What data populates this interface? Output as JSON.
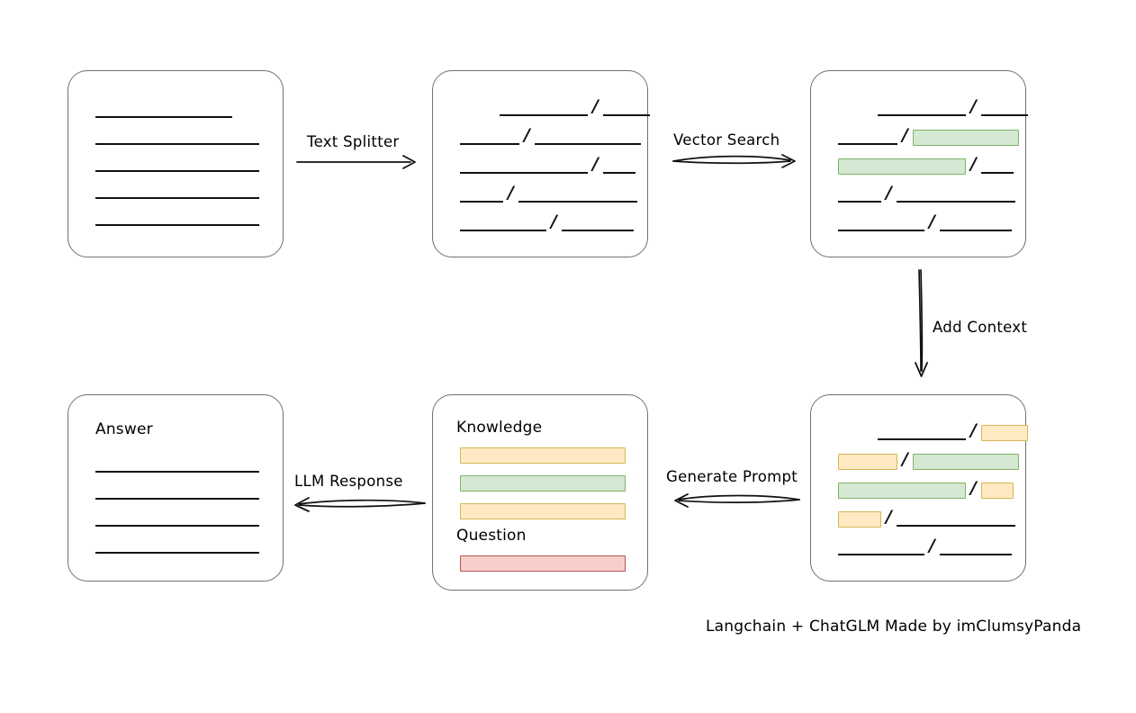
{
  "diagram": {
    "title_caption": "Langchain + ChatGLM Made by imClumsyPanda",
    "palette": {
      "green_fill": "#d5e8d4",
      "green_stroke": "#82b366",
      "yellow_fill": "#ffe9c2",
      "yellow_stroke": "#d6b656",
      "red_fill": "#f8cecc",
      "red_stroke": "#b85450",
      "line_color": "#111111",
      "box_stroke": "#707070",
      "background": "#ffffff"
    },
    "nodes": [
      {
        "id": "source-document",
        "name": "source-document-box",
        "title": "",
        "rows": [
          {
            "segments": [
              {
                "w": 152,
                "indent": 30,
                "hl": "none"
              }
            ]
          },
          {
            "segments": [
              {
                "w": 182,
                "indent": 0,
                "hl": "none"
              }
            ]
          },
          {
            "segments": [
              {
                "w": 182,
                "indent": 0,
                "hl": "none"
              }
            ]
          },
          {
            "segments": [
              {
                "w": 182,
                "indent": 0,
                "hl": "none"
              }
            ]
          },
          {
            "segments": [
              {
                "w": 182,
                "indent": 0,
                "hl": "none"
              }
            ]
          }
        ]
      },
      {
        "id": "split-chunks",
        "name": "split-chunks-box",
        "title": "",
        "rows": [
          {
            "indent": 44,
            "segments": [
              {
                "w": 98,
                "hl": "none"
              },
              {
                "sep": "/"
              },
              {
                "w": 52,
                "hl": "none"
              }
            ]
          },
          {
            "indent": 0,
            "segments": [
              {
                "w": 66,
                "hl": "none"
              },
              {
                "sep": "/"
              },
              {
                "w": 118,
                "hl": "none"
              }
            ]
          },
          {
            "indent": 0,
            "segments": [
              {
                "w": 142,
                "hl": "none"
              },
              {
                "sep": "/"
              },
              {
                "w": 36,
                "hl": "none"
              }
            ]
          },
          {
            "indent": 0,
            "segments": [
              {
                "w": 48,
                "hl": "none"
              },
              {
                "sep": "/"
              },
              {
                "w": 132,
                "hl": "none"
              }
            ]
          },
          {
            "indent": 0,
            "segments": [
              {
                "w": 96,
                "hl": "none"
              },
              {
                "sep": "/"
              },
              {
                "w": 80,
                "hl": "none"
              }
            ]
          }
        ]
      },
      {
        "id": "vector-matches",
        "name": "vector-matches-box",
        "title": "",
        "rows": [
          {
            "indent": 44,
            "segments": [
              {
                "w": 98,
                "hl": "none"
              },
              {
                "sep": "/"
              },
              {
                "w": 52,
                "hl": "none"
              }
            ]
          },
          {
            "indent": 0,
            "segments": [
              {
                "w": 66,
                "hl": "none"
              },
              {
                "sep": "/"
              },
              {
                "w": 118,
                "hl": "green"
              }
            ]
          },
          {
            "indent": 0,
            "segments": [
              {
                "w": 142,
                "hl": "green"
              },
              {
                "sep": "/"
              },
              {
                "w": 36,
                "hl": "none"
              }
            ]
          },
          {
            "indent": 0,
            "segments": [
              {
                "w": 48,
                "hl": "none"
              },
              {
                "sep": "/"
              },
              {
                "w": 132,
                "hl": "none"
              }
            ]
          },
          {
            "indent": 0,
            "segments": [
              {
                "w": 96,
                "hl": "none"
              },
              {
                "sep": "/"
              },
              {
                "w": 80,
                "hl": "none"
              }
            ]
          }
        ]
      },
      {
        "id": "context-added",
        "name": "context-added-box",
        "title": "",
        "rows": [
          {
            "indent": 44,
            "segments": [
              {
                "w": 98,
                "hl": "none"
              },
              {
                "sep": "/"
              },
              {
                "w": 52,
                "hl": "yellow"
              }
            ]
          },
          {
            "indent": 0,
            "segments": [
              {
                "w": 66,
                "hl": "yellow"
              },
              {
                "sep": "/"
              },
              {
                "w": 118,
                "hl": "green"
              }
            ]
          },
          {
            "indent": 0,
            "segments": [
              {
                "w": 142,
                "hl": "green"
              },
              {
                "sep": "/"
              },
              {
                "w": 36,
                "hl": "yellow"
              }
            ]
          },
          {
            "indent": 0,
            "segments": [
              {
                "w": 48,
                "hl": "yellow"
              },
              {
                "sep": "/"
              },
              {
                "w": 132,
                "hl": "none"
              }
            ]
          },
          {
            "indent": 0,
            "segments": [
              {
                "w": 96,
                "hl": "none"
              },
              {
                "sep": "/"
              },
              {
                "w": 80,
                "hl": "none"
              }
            ]
          }
        ]
      },
      {
        "id": "prompt",
        "name": "prompt-box",
        "knowledge_label": "Knowledge",
        "question_label": "Question",
        "knowledge_bars": [
          {
            "color": "yellow",
            "w": 184
          },
          {
            "color": "green",
            "w": 184
          },
          {
            "color": "yellow",
            "w": 184
          }
        ],
        "question_bars": [
          {
            "color": "red",
            "w": 184
          }
        ]
      },
      {
        "id": "answer",
        "name": "answer-box",
        "title": "Answer",
        "rows": [
          {
            "segments": [
              {
                "w": 182,
                "indent": 0,
                "hl": "none"
              }
            ]
          },
          {
            "segments": [
              {
                "w": 182,
                "indent": 0,
                "hl": "none"
              }
            ]
          },
          {
            "segments": [
              {
                "w": 182,
                "indent": 0,
                "hl": "none"
              }
            ]
          },
          {
            "segments": [
              {
                "w": 182,
                "indent": 0,
                "hl": "none"
              }
            ]
          }
        ]
      }
    ],
    "edges": [
      {
        "id": "text-splitter",
        "label": "Text Splitter",
        "direction": "right",
        "from": "source-document",
        "to": "split-chunks"
      },
      {
        "id": "vector-search",
        "label": "Vector Search",
        "direction": "right",
        "from": "split-chunks",
        "to": "vector-matches"
      },
      {
        "id": "add-context",
        "label": "Add Context",
        "direction": "down",
        "from": "vector-matches",
        "to": "context-added"
      },
      {
        "id": "generate-prompt",
        "label": "Generate Prompt",
        "direction": "left",
        "from": "context-added",
        "to": "prompt"
      },
      {
        "id": "llm-response",
        "label": "LLM Response",
        "direction": "left",
        "from": "prompt",
        "to": "answer"
      }
    ]
  }
}
